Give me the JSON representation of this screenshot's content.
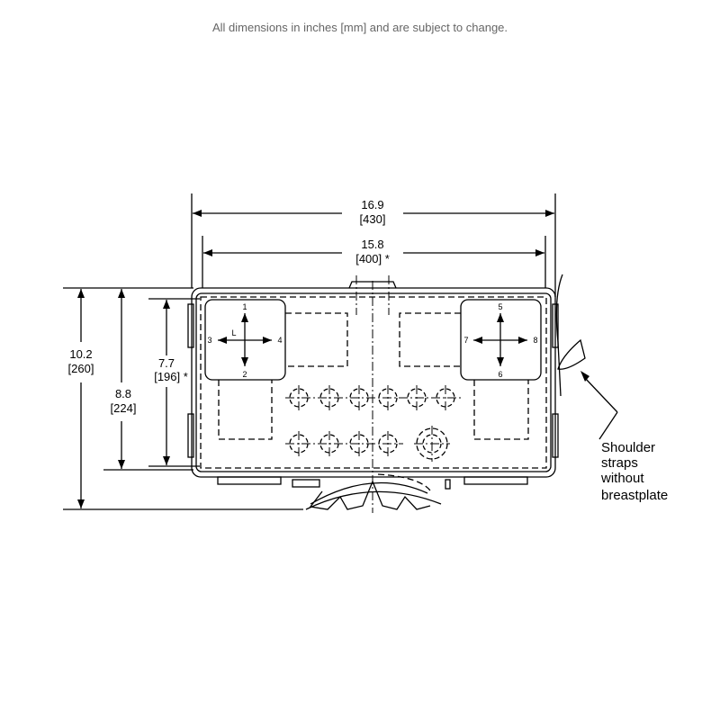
{
  "note": "All dimensions in inches [mm] and are subject to change.",
  "dimensions": {
    "overall_width": {
      "in": "16.9",
      "mm": "[430]"
    },
    "inner_width": {
      "in": "15.8",
      "mm": "[400] *"
    },
    "overall_height": {
      "in": "10.2",
      "mm": "[260]"
    },
    "body_height": {
      "in": "8.8",
      "mm": "[224]"
    },
    "inner_height": {
      "in": "7.7",
      "mm": "[196] *"
    }
  },
  "left_pad_labels": {
    "top": "1",
    "bottom": "2",
    "left": "3",
    "right": "4",
    "center": "L"
  },
  "right_pad_labels": {
    "top": "5",
    "bottom": "6",
    "left": "7",
    "right": "8"
  },
  "callout": {
    "line1": "Shoulder",
    "line2": "straps",
    "line3": "without",
    "line4": "breastplate"
  }
}
